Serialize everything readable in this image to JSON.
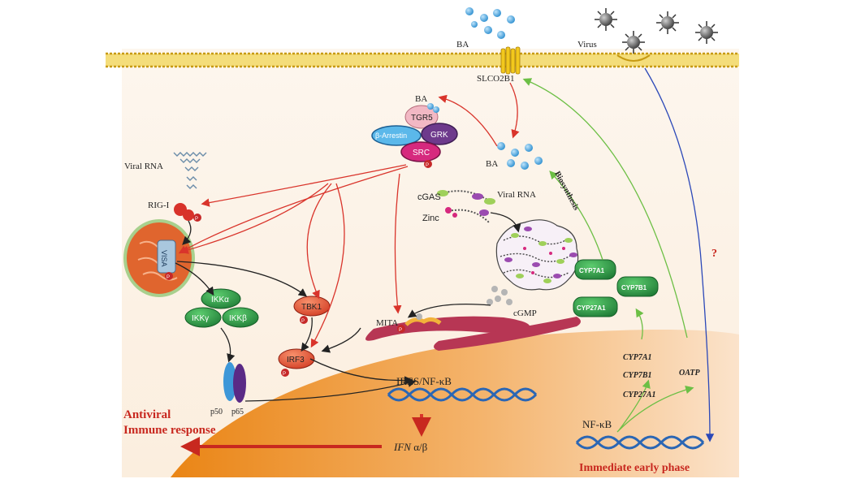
{
  "colors": {
    "cytoplasm": "#fdf1e3",
    "nucleus_dark": "#e98a1c",
    "nucleus_light": "#fbe2c6",
    "membrane": "#e8c438",
    "membrane_dark": "#c79a12",
    "red_arrow": "#d9342b",
    "green_arrow": "#6cbf45",
    "blue_arrow": "#2b48b8",
    "black_arrow": "#222222",
    "bile_acid": "#4da6dc",
    "green_protein": "#2e9448",
    "red_protein": "#e2553a",
    "dna_blue": "#2b66b4",
    "phospho": "#c62828",
    "mito": "#e0652e",
    "er": "#b73654",
    "response_red": "#c8281f"
  },
  "labels": {
    "ba_top": "BA",
    "slco2b1": "SLCO2B1",
    "virus": "Virus",
    "ba_tgr5": "BA",
    "tgr5": "TGR5",
    "beta_arrestin": "β-Arrestin",
    "grk": "GRK",
    "src": "SRC",
    "ba_mid": "BA",
    "viral_rna_left": "Viral RNA",
    "rig_i": "RIG-I",
    "visa": "VISA",
    "ikk_alpha": "IKKα",
    "ikk_gamma": "IKKγ",
    "ikk_beta": "IKKβ",
    "tbk1": "TBK1",
    "irf3": "IRF3",
    "p50": "p50",
    "p65": "p65",
    "cgas": "cGAS",
    "zinc": "Zinc",
    "viral_rna_mid": "Viral RNA",
    "mita": "MITA",
    "cgmp": "cGMP",
    "biosynthesis": "Biosynthesis",
    "cyp7a1_box": "CYP7A1",
    "cyp7b1_box": "CYP7B1",
    "cyp27a1_box": "CYP27A1",
    "cyp7a1_gene": "CYP7A1",
    "cyp7b1_gene": "CYP7B1",
    "cyp27a1_gene": "CYP27A1",
    "oatp": "OATP",
    "question": "?",
    "nfkb_right": "NF-κB",
    "ires_nfkb": "IRES/NF-κB",
    "ifn_italic": "IFN",
    "ifn_rest": " α/β",
    "antiviral": "Antiviral",
    "immune_response": "Immune response",
    "immediate_early": "Immediate early phase",
    "phospho": "P"
  }
}
